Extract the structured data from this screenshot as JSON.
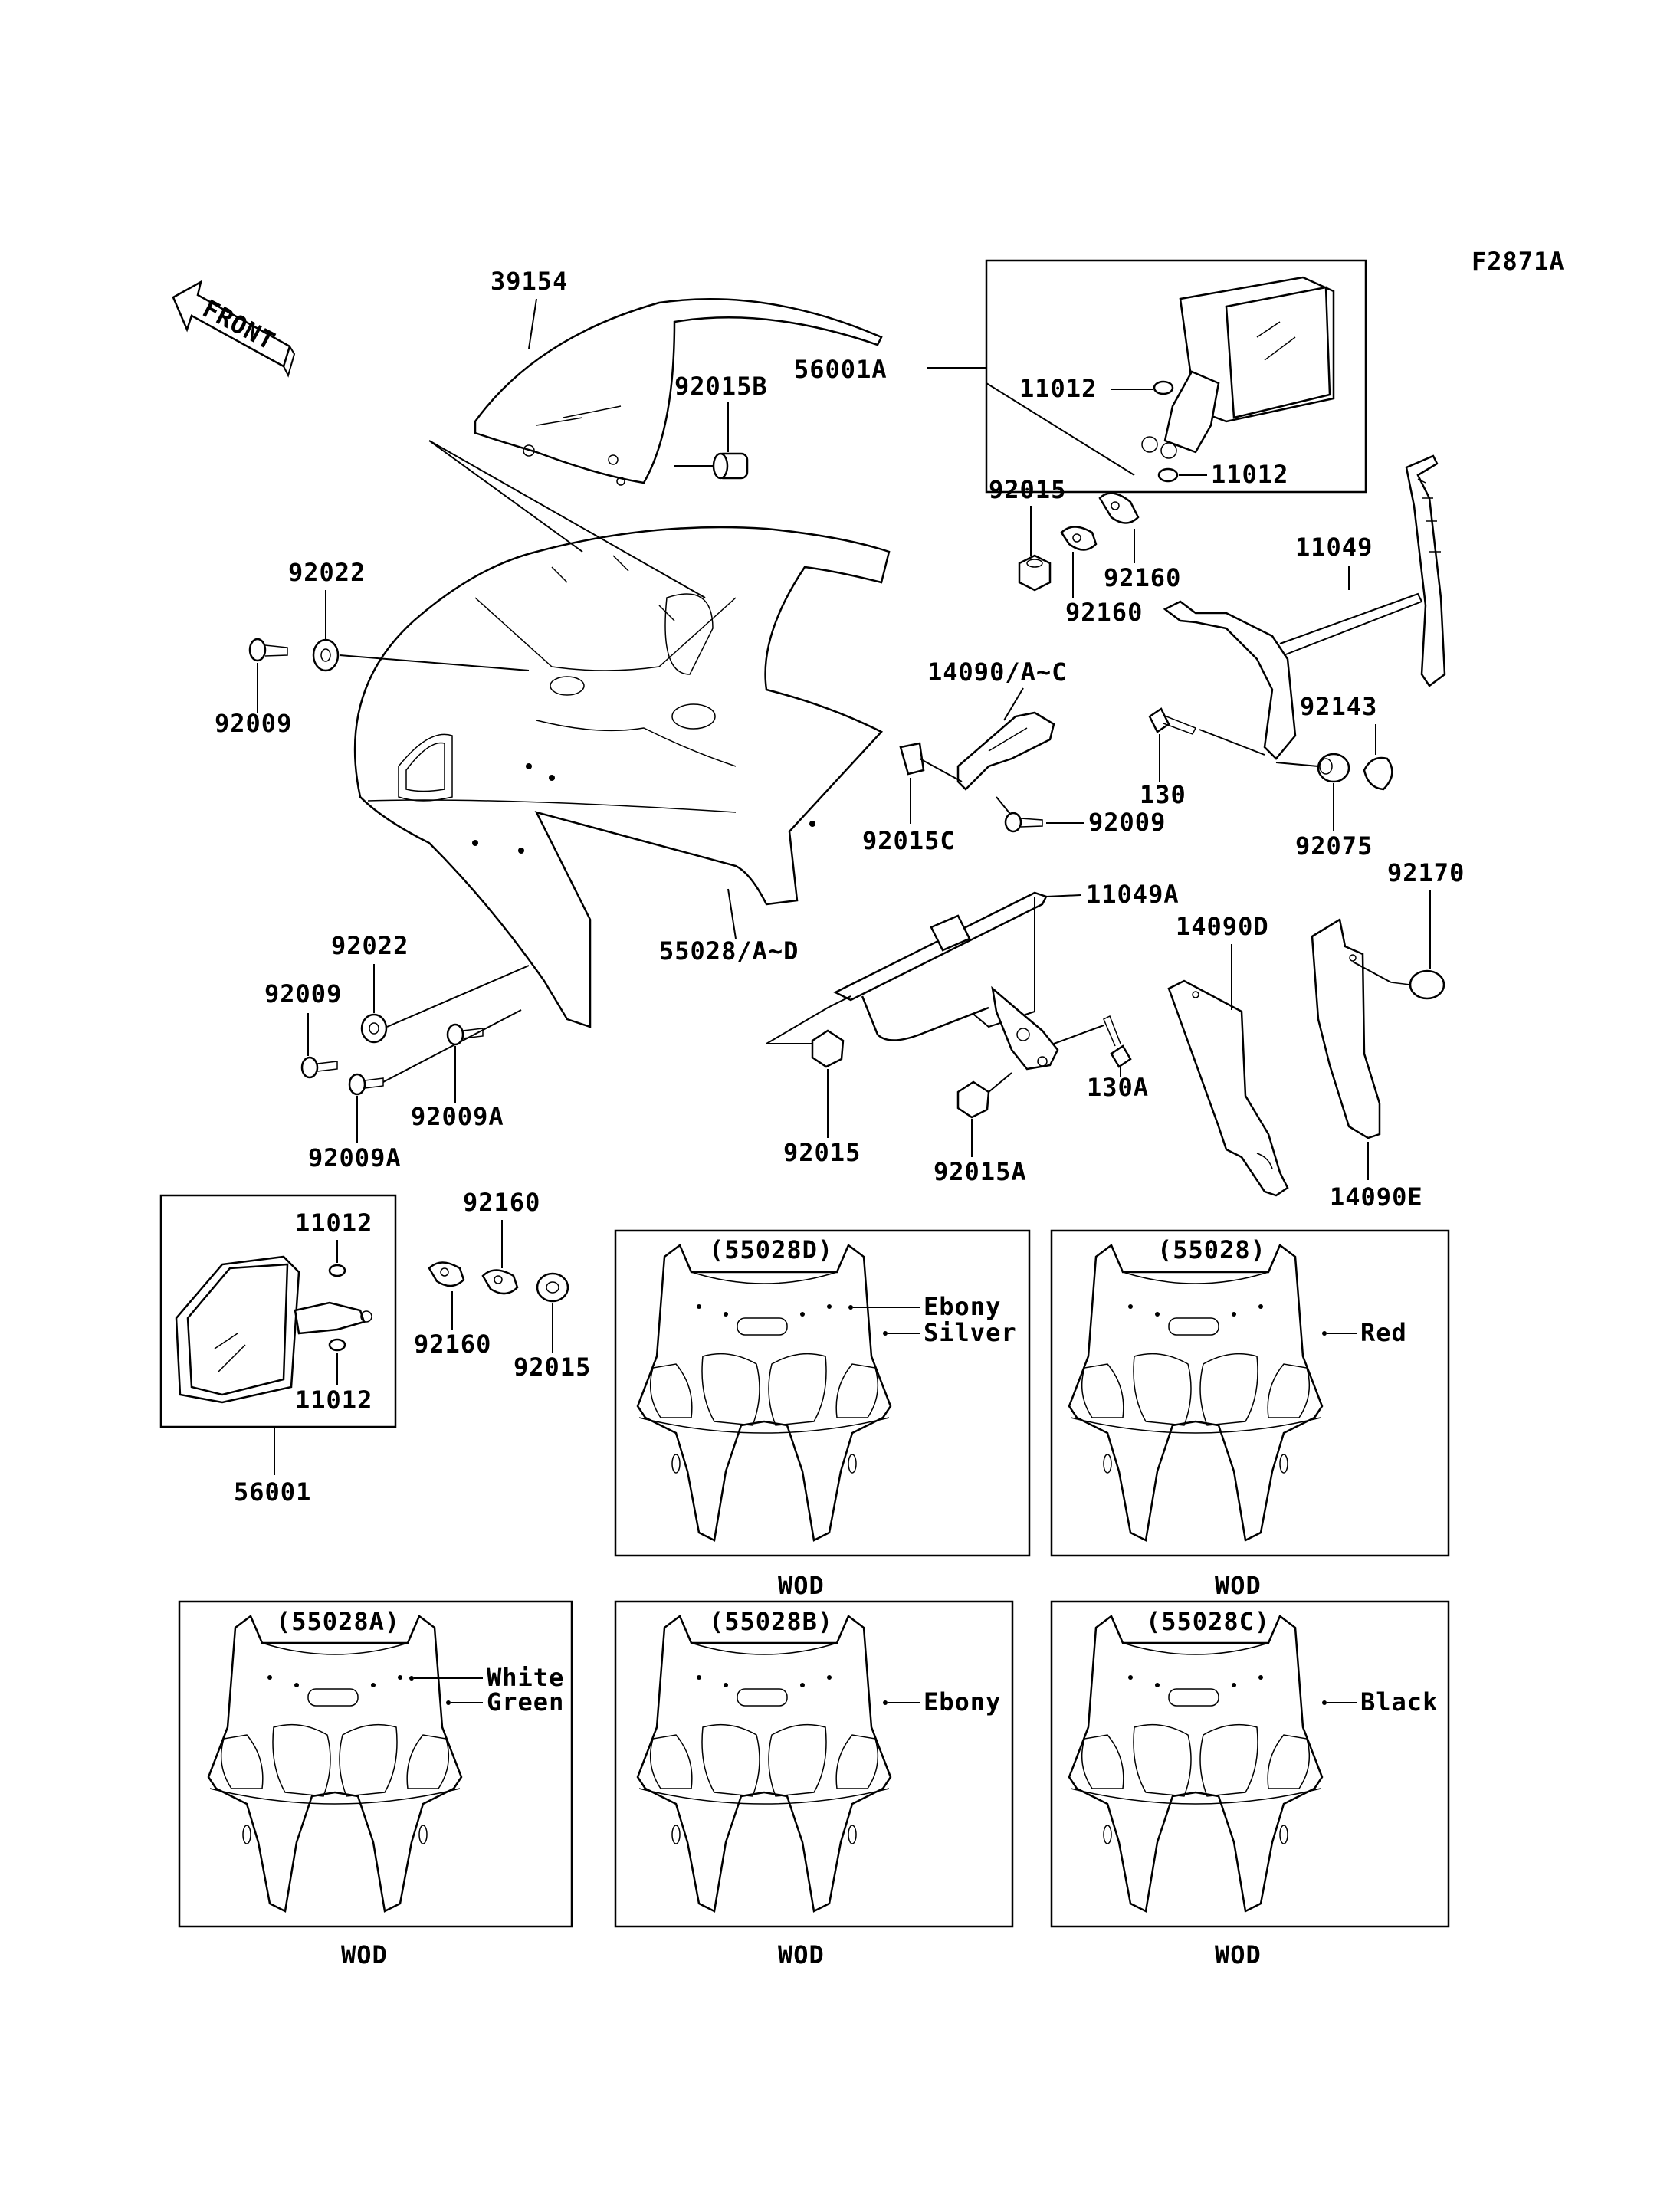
{
  "figure_code": "F2871A",
  "front_label": "FRONT",
  "callouts": {
    "windshield": "39154",
    "windshield_grommet": "92015B",
    "mirror_right_assy": "56001A",
    "mirror_cap_r1": "11012",
    "mirror_cap_r2": "11012",
    "nut_right": "92015",
    "plate_right_a": "92160",
    "plate_right_b": "92160",
    "washer_left": "92022",
    "screw_left_top": "92009",
    "cowling": "55028/A~D",
    "bracket_cover": "14090/A~C",
    "clip": "92015C",
    "screw_center": "92009",
    "stay": "11049",
    "bolt_130": "130",
    "damper_92075": "92075",
    "cap_92143": "92143",
    "stay_lower": "11049A",
    "cover_14090d": "14090D",
    "cover_14090e": "14090E",
    "cap_92170": "92170",
    "washer_lower": "92022",
    "screw_lower_a": "92009",
    "screw_lower_b": "92009A",
    "screw_lower_c": "92009A",
    "nut_lower": "92015",
    "nut_lower_a": "92015A",
    "bolt_130a": "130A",
    "mirror_left_assy": "56001",
    "mirror_cap_l1": "11012",
    "mirror_cap_l2": "11012",
    "plate_left_top": "92160",
    "plate_left_bottom": "92160",
    "nut_left_bottom": "92015"
  },
  "variants": [
    {
      "code": "(55028D)",
      "colors": [
        "Ebony",
        "Silver"
      ],
      "note": "WOD"
    },
    {
      "code": "(55028)",
      "colors": [
        "Red"
      ],
      "note": "WOD"
    },
    {
      "code": "(55028A)",
      "colors": [
        "White",
        "Green"
      ],
      "note": "WOD"
    },
    {
      "code": "(55028B)",
      "colors": [
        "Ebony"
      ],
      "note": "WOD"
    },
    {
      "code": "(55028C)",
      "colors": [
        "Black"
      ],
      "note": "WOD"
    }
  ]
}
